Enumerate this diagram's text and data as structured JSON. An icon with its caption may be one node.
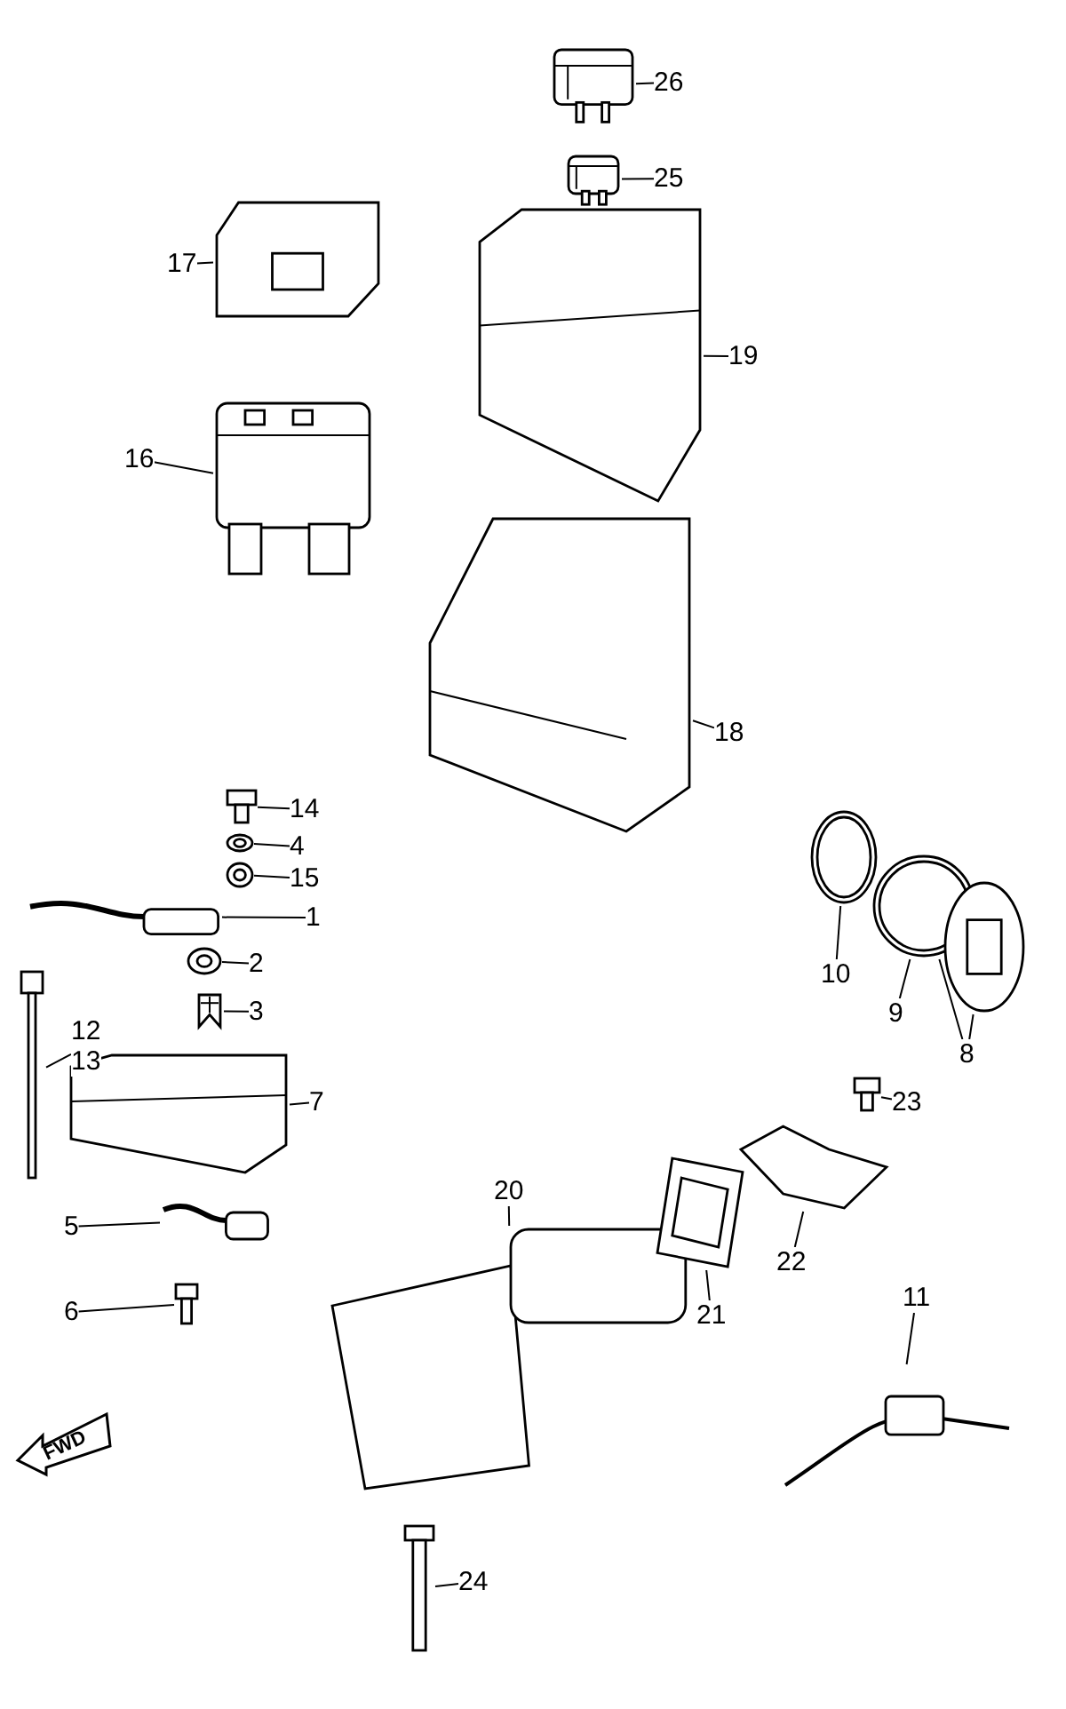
{
  "diagram": {
    "nodes": [
      {
        "text": [
          "26"
        ]
      },
      {
        "text": [],
        "shape": "picture"
      },
      {
        "text": [
          "25"
        ]
      },
      {
        "text": [],
        "shape": "picture"
      },
      {
        "text": [
          "17"
        ]
      },
      {
        "text": [],
        "shape": "picture"
      },
      {
        "text": [
          "19"
        ]
      },
      {
        "text": [],
        "shape": "picture"
      },
      {
        "text": [
          "16"
        ]
      },
      {
        "text": [],
        "shape": "picture"
      },
      {
        "text": [
          "18"
        ]
      },
      {
        "text": [],
        "shape": "picture"
      },
      {
        "text": [
          "14"
        ]
      },
      {
        "text": [],
        "shape": "picture"
      },
      {
        "text": [
          "4"
        ]
      },
      {
        "text": [],
        "shape": "picture"
      },
      {
        "text": [
          "15"
        ]
      },
      {
        "text": [],
        "shape": "picture"
      },
      {
        "text": [
          "1"
        ]
      },
      {
        "text": [],
        "shape": "picture"
      },
      {
        "text": [
          "2"
        ]
      },
      {
        "text": [],
        "shape": "picture"
      },
      {
        "text": [
          "3"
        ]
      },
      {
        "text": [],
        "shape": "picture"
      },
      {
        "text": [
          "12",
          "13"
        ]
      },
      {
        "text": [],
        "shape": "picture"
      },
      {
        "text": [
          "7"
        ]
      },
      {
        "text": [],
        "shape": "picture"
      },
      {
        "text": [
          "10"
        ]
      },
      {
        "text": [],
        "shape": "picture"
      },
      {
        "text": [
          "9"
        ]
      },
      {
        "text": [],
        "shape": "picture"
      },
      {
        "text": [
          "8"
        ]
      },
      {
        "text": [],
        "shape": "picture"
      },
      {
        "text": [
          "23"
        ]
      },
      {
        "text": [],
        "shape": "picture"
      },
      {
        "text": [
          "5"
        ]
      },
      {
        "text": [],
        "shape": "picture"
      },
      {
        "text": [
          "20"
        ]
      },
      {
        "text": [],
        "shape": "picture"
      },
      {
        "text": [
          "22"
        ]
      },
      {
        "text": [],
        "shape": "picture"
      },
      {
        "text": [
          "21"
        ]
      },
      {
        "text": [],
        "shape": "picture"
      },
      {
        "text": [
          "6"
        ]
      },
      {
        "text": [],
        "shape": "picture"
      },
      {
        "text": [
          "11"
        ]
      },
      {
        "text": [],
        "shape": "picture"
      },
      {
        "text": [
          "24"
        ]
      },
      {
        "text": [],
        "shape": "picture"
      }
    ],
    "edges": [
      {
        "from": 0,
        "to": 1,
        "arrow": "none"
      },
      {
        "from": 2,
        "to": 3,
        "arrow": "none"
      },
      {
        "from": 4,
        "to": 5,
        "arrow": "none"
      },
      {
        "from": 6,
        "to": 7,
        "arrow": "none"
      },
      {
        "from": 8,
        "to": 9,
        "arrow": "none"
      },
      {
        "from": 10,
        "to": 11,
        "arrow": "none"
      },
      {
        "from": 12,
        "to": 13,
        "arrow": "none"
      },
      {
        "from": 14,
        "to": 15,
        "arrow": "none"
      },
      {
        "from": 16,
        "to": 17,
        "arrow": "none"
      },
      {
        "from": 18,
        "to": 19,
        "arrow": "none"
      },
      {
        "from": 20,
        "to": 21,
        "arrow": "none"
      },
      {
        "from": 22,
        "to": 23,
        "arrow": "none"
      },
      {
        "from": 24,
        "to": 25,
        "arrow": "none"
      },
      {
        "from": 26,
        "to": 27,
        "arrow": "none"
      },
      {
        "from": 28,
        "to": 29,
        "arrow": "none"
      },
      {
        "from": 30,
        "to": 31,
        "arrow": "none"
      },
      {
        "from": 32,
        "to": 31,
        "arrow": "none"
      },
      {
        "from": 32,
        "to": 33,
        "arrow": "none"
      },
      {
        "from": 34,
        "to": 35,
        "arrow": "none"
      },
      {
        "from": 36,
        "to": 37,
        "arrow": "none"
      },
      {
        "from": 38,
        "to": 39,
        "arrow": "none"
      },
      {
        "from": 40,
        "to": 41,
        "arrow": "none"
      },
      {
        "from": 42,
        "to": 43,
        "arrow": "none"
      },
      {
        "from": 44,
        "to": 45,
        "arrow": "none"
      },
      {
        "from": 46,
        "to": 47,
        "arrow": "none"
      },
      {
        "from": 48,
        "to": 49,
        "arrow": "none"
      }
    ],
    "labels": [
      "FWD"
    ]
  }
}
